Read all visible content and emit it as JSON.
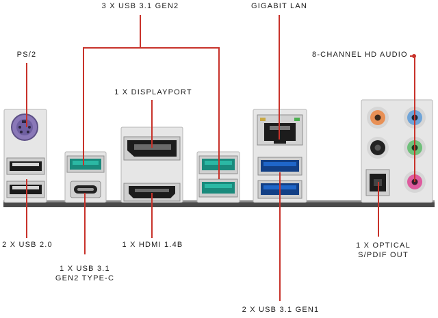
{
  "labels": {
    "usb31gen2_3x": "3 X USB 3.1 GEN2",
    "gigabit_lan": "GIGABIT LAN",
    "ps2": "PS/2",
    "hd_audio": "8-CHANNEL HD AUDIO",
    "displayport": "1 X DISPLAYPORT",
    "usb20_2x": "2 X USB 2.0",
    "hdmi": "1 X HDMI 1.4B",
    "optical_line1": "1 X OPTICAL",
    "optical_line2": "S/PDIF OUT",
    "typec_line1": "1 X USB 3.1",
    "typec_line2": "GEN2 TYPE-C",
    "usb31gen1_2x": "2 X USB 3.1 GEN1"
  },
  "colors": {
    "leader_line": "#c8322a",
    "usb_gen2_teal": "#2bb8a4",
    "usb_gen1_blue": "#1f66c9",
    "ps2_purple": "#8a78b8",
    "board_strip": "#4a4a4a",
    "audio_orange": "#e89056",
    "audio_blue": "#6fa4d8",
    "audio_black": "#222222",
    "audio_green": "#6fc07a",
    "audio_pink": "#de5a9e",
    "pcb_gray": "#d8d8d8"
  }
}
